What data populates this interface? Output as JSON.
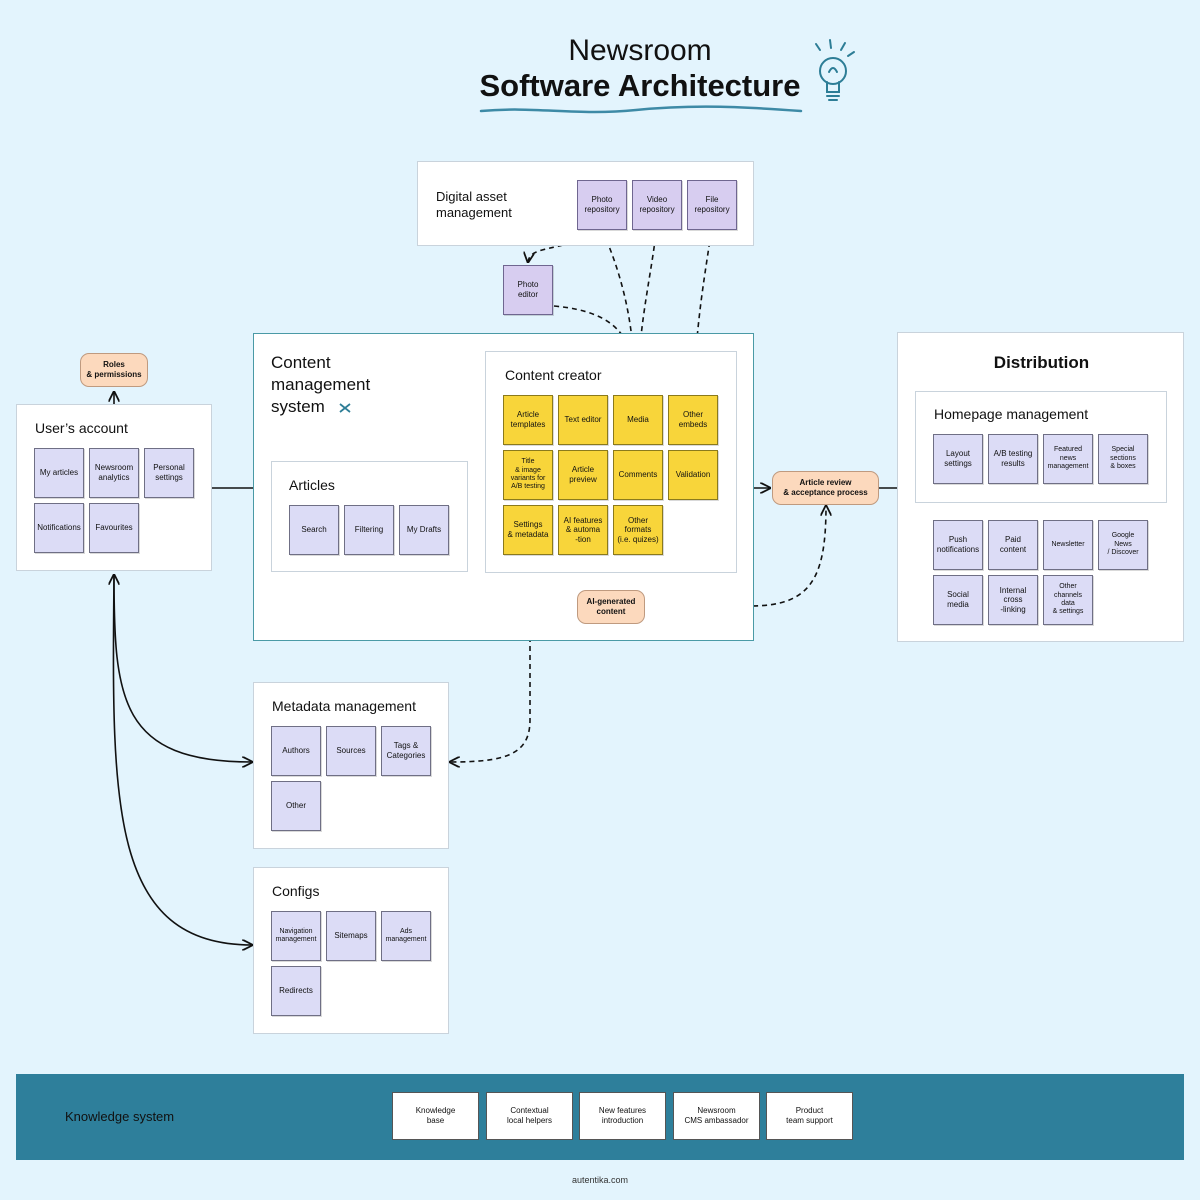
{
  "header": {
    "title_line1": "Newsroom",
    "title_line2": "Software Architecture"
  },
  "icons": {
    "lightbulb": "lightbulb-icon",
    "collapse": "collapse-icon"
  },
  "colors": {
    "background": "#e3f4fd",
    "note_lavender": "#dcdcf6",
    "note_yellow": "#f8d53a",
    "pill_peach": "#fcd9bd",
    "knowledge_bar": "#2e7f9b",
    "accent": "#2d7d96"
  },
  "digital_asset": {
    "title": "Digital asset\nmanagement",
    "items": [
      "Photo\nrepository",
      "Video\nrepository",
      "File\nrepository"
    ]
  },
  "photo_editor": "Photo\neditor",
  "roles": "Roles\n& permissions",
  "users_account": {
    "title": "User’s account",
    "items": [
      "My articles",
      "Newsroom\nanalytics",
      "Personal\nsettings",
      "Notifications",
      "Favourites"
    ]
  },
  "cms": {
    "title": "Content\nmanagement\nsystem",
    "articles": {
      "title": "Articles",
      "items": [
        "Search",
        "Filtering",
        "My Drafts"
      ]
    },
    "content_creator": {
      "title": "Content creator",
      "items": [
        "Article\ntemplates",
        "Text editor",
        "Media",
        "Other\nembeds",
        "Title\n& image\nvariants for\nA/B testing",
        "Article\npreview",
        "Comments",
        "Validation",
        "Settings\n& metadata",
        "AI features\n& automa\n-tion",
        "Other\nformats\n(i.e. quizes)"
      ]
    },
    "ai_content": "AI-generated\ncontent"
  },
  "article_review": "Article review\n& acceptance process",
  "distribution": {
    "title": "Distribution",
    "homepage": {
      "title": "Homepage management",
      "items": [
        "Layout\nsettings",
        "A/B testing\nresults",
        "Featured\nnews\nmanagement",
        "Special\nsections\n& boxes"
      ]
    },
    "channels": [
      "Push\nnotifications",
      "Paid\ncontent",
      "Newsletter",
      "Google\nNews\n/ Discover",
      "Social\nmedia",
      "Internal\ncross\n-linking",
      "Other\nchannels\ndata\n& settings"
    ]
  },
  "metadata": {
    "title": "Metadata management",
    "items": [
      "Authors",
      "Sources",
      "Tags &\nCategories",
      "Other"
    ]
  },
  "configs": {
    "title": "Configs",
    "items": [
      "Navigation\nmanagement",
      "Sitemaps",
      "Ads\nmanagement",
      "Redirects"
    ]
  },
  "knowledge": {
    "title": "Knowledge system",
    "items": [
      "Knowledge\nbase",
      "Contextual\nlocal helpers",
      "New features\nintroduction",
      "Newsroom\nCMS ambassador",
      "Product\nteam support"
    ]
  },
  "footer": "autentika.com"
}
